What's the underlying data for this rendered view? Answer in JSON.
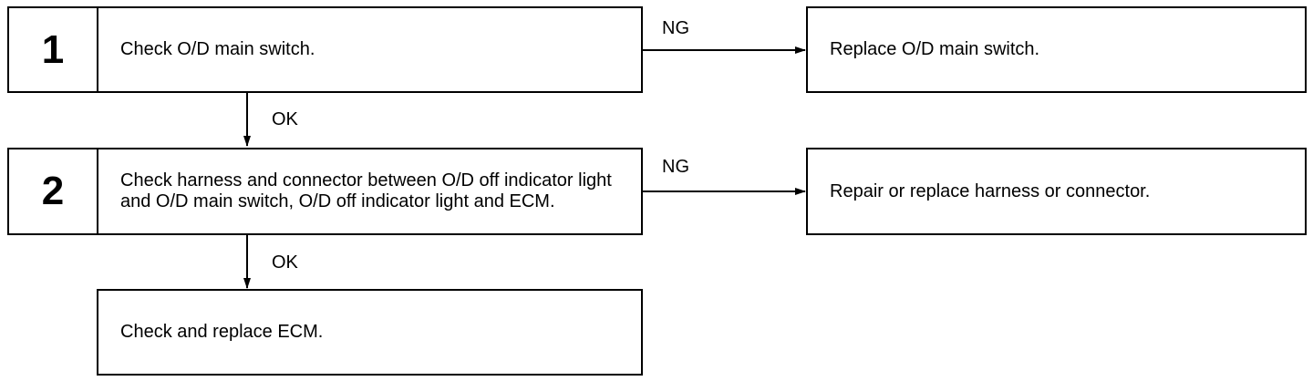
{
  "steps": [
    {
      "number": "1",
      "text": "Check O/D main switch.",
      "ng_label": "NG",
      "ng_action": "Replace O/D main switch.",
      "ok_label": "OK"
    },
    {
      "number": "2",
      "text": "Check harness and connector between O/D off indicator light and O/D main switch, O/D off indicator light and ECM.",
      "ng_label": "NG",
      "ng_action": "Repair or replace harness or connector.",
      "ok_label": "OK"
    }
  ],
  "final_action": "Check and replace ECM.",
  "colors": {
    "line": "#000000",
    "background": "#ffffff"
  }
}
